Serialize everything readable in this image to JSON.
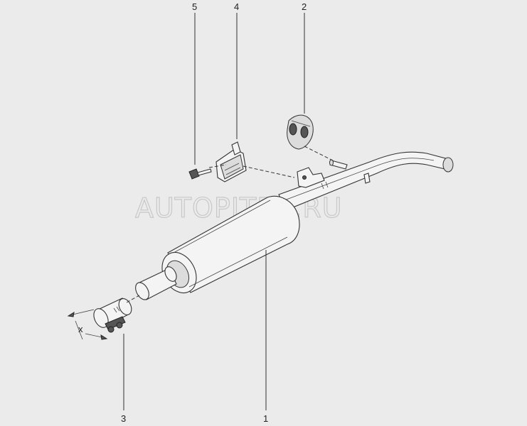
{
  "diagram": {
    "watermark": "AUTOPITER.RU",
    "dimension_label": "x",
    "callouts": [
      {
        "id": "1",
        "label": "1"
      },
      {
        "id": "2",
        "label": "2"
      },
      {
        "id": "3",
        "label": "3"
      },
      {
        "id": "4",
        "label": "4"
      },
      {
        "id": "5",
        "label": "5"
      }
    ]
  }
}
